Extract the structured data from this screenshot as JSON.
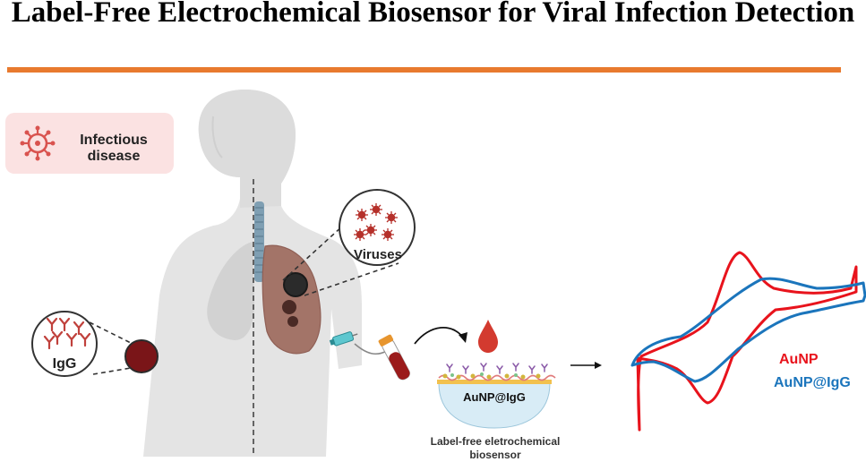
{
  "title": "Label-Free Electrochemical Biosensor for Viral Infection Detection",
  "infection_label": "Infectious disease",
  "viruses_label": "Viruses",
  "igg_label": "IgG",
  "sensor_label": "AuNP@IgG",
  "sensor_caption": "Label-free eletrochemical biosensor",
  "legend": {
    "series_a": "AuNP",
    "series_b": "AuNP@IgG"
  },
  "colors": {
    "accent_rule": "#e87a2e",
    "series_a": "#e8131c",
    "series_b": "#1b75bc",
    "infection_box": "#fbe2e2",
    "lung": "#a37468",
    "virus": "#b5302a",
    "blood": "#d33a2f",
    "tumor": "#7a1518"
  },
  "icons": [
    "virus-icon",
    "antibody-icon",
    "blood-drop-icon",
    "syringe-icon",
    "blood-tube-icon",
    "arrow-icon"
  ]
}
